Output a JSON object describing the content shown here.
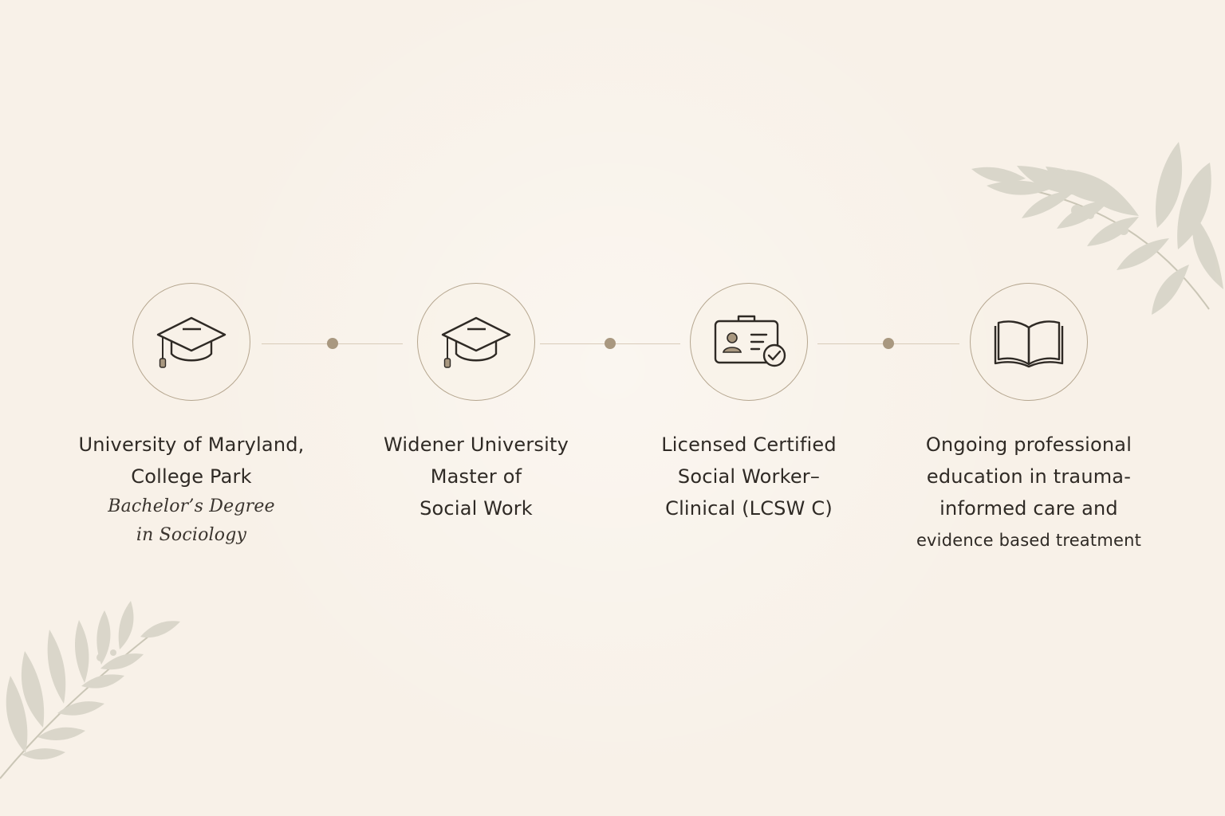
{
  "colors": {
    "background": "#f8f1e8",
    "line": "#d8cbb9",
    "dot": "#a99880",
    "circle": "#b5a68f",
    "text": "#2f2a25",
    "leaf": "#cfcdbd"
  },
  "steps": [
    {
      "icon": "graduation-cap-icon",
      "lines": [
        "University of Maryland,",
        "College Park"
      ],
      "subtitle_lines": [
        "Bachelor’s Degree",
        "in Sociology"
      ]
    },
    {
      "icon": "graduation-cap-icon",
      "lines": [
        "Widener University",
        "Master of",
        "Social Work"
      ]
    },
    {
      "icon": "license-card-icon",
      "lines": [
        "Licensed Certified",
        "Social Worker–",
        "Clinical (LCSW C)"
      ]
    },
    {
      "icon": "open-book-icon",
      "lines": [
        "Ongoing professional",
        "education in trauma-",
        "informed care and",
        "evidence based treatment"
      ]
    }
  ]
}
